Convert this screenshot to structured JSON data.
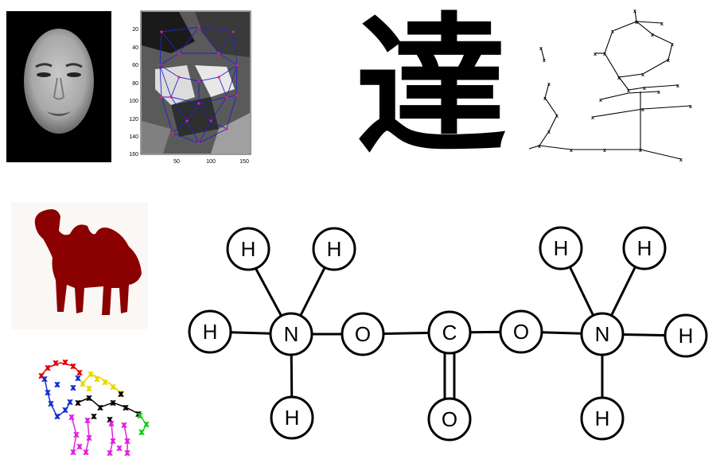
{
  "face_graph": {
    "y_ticks": [
      "20",
      "40",
      "60",
      "80",
      "100",
      "120",
      "140",
      "160"
    ],
    "x_ticks": [
      "50",
      "100",
      "150"
    ]
  },
  "character": {
    "glyph": "達"
  },
  "molecule": {
    "atoms": [
      {
        "label": "H"
      },
      {
        "label": "H"
      },
      {
        "label": "H"
      },
      {
        "label": "N"
      },
      {
        "label": "H"
      },
      {
        "label": "O"
      },
      {
        "label": "C"
      },
      {
        "label": "O"
      },
      {
        "label": "O"
      },
      {
        "label": "H"
      },
      {
        "label": "H"
      },
      {
        "label": "N"
      },
      {
        "label": "H"
      },
      {
        "label": "H"
      }
    ]
  },
  "colors": {
    "camel_fill": "#8B0000",
    "camel_bg": "#FBF7F5",
    "graph_edge": "#2222CC",
    "graph_node": "#E0208A",
    "camel_segments": [
      "#E00000",
      "#1030D0",
      "#F0E000",
      "#000000",
      "#E020E0",
      "#10D010"
    ]
  }
}
